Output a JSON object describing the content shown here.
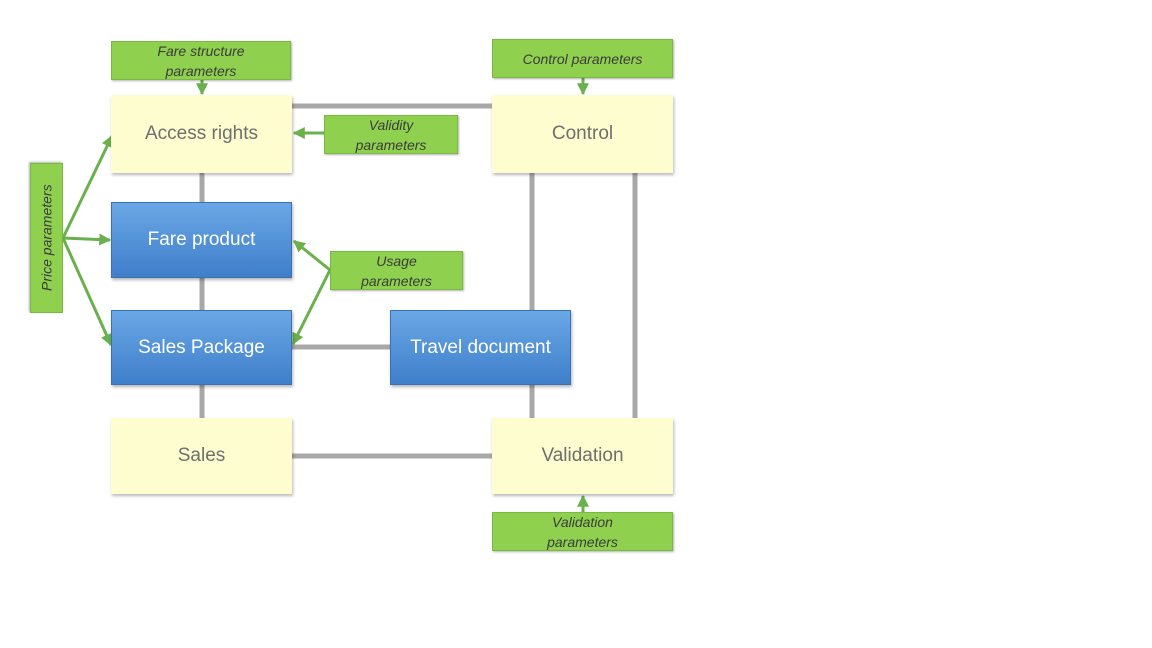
{
  "nodes": {
    "access_rights": "Access rights",
    "control": "Control",
    "fare_product": "Fare product",
    "sales_package": "Sales Package",
    "travel_document": "Travel document",
    "sales": "Sales",
    "validation": "Validation"
  },
  "parameters": {
    "fare_structure": "Fare structure parameters",
    "control": "Control parameters",
    "validity": "Validity parameters",
    "usage": "Usage parameters",
    "price": "Price parameters",
    "validation": "Validation parameters"
  },
  "colors": {
    "entity_fill": "#fdfdcf",
    "process_fill": "#4a8ad5",
    "parameter_fill": "#8fd14f",
    "arrow": "#6ab04c",
    "connector": "#a8a8a8"
  }
}
